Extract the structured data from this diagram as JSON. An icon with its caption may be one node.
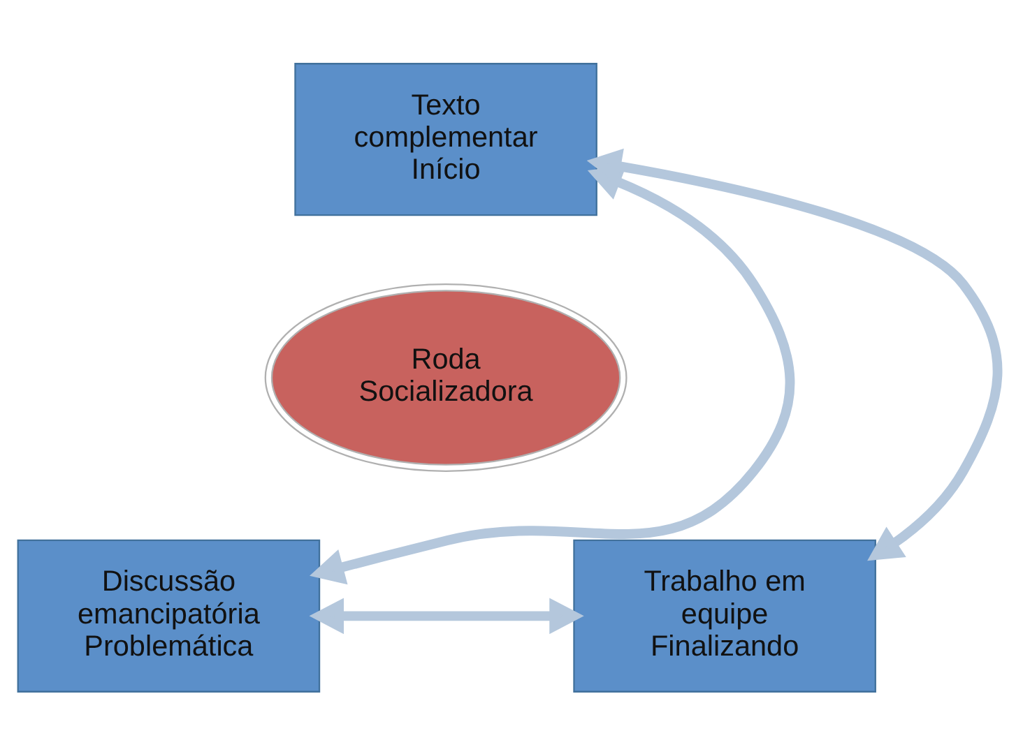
{
  "diagram": {
    "nodes": [
      {
        "text": [
          "Texto complementar Início"
        ]
      },
      {
        "text": [
          "Roda Socializadora"
        ]
      },
      {
        "text": [
          "Discussão emancipatória Problemática"
        ]
      },
      {
        "text": [
          "Trabalho em equipe Finalizando"
        ]
      }
    ],
    "edges": [
      {
        "from": 0,
        "to": 2,
        "arrow": "both"
      },
      {
        "from": 0,
        "to": 3,
        "arrow": "both"
      },
      {
        "from": 2,
        "to": 3,
        "arrow": "both"
      }
    ]
  }
}
